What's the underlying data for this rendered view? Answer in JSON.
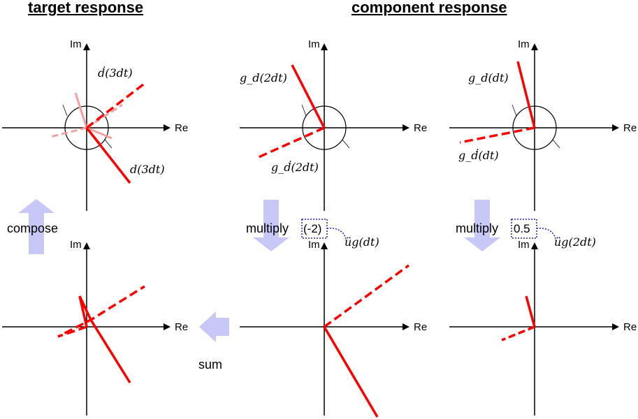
{
  "headings": {
    "left": "target response",
    "right": "component response"
  },
  "axis_labels": {
    "im": "Im",
    "re": "Re"
  },
  "labels": {
    "d_dot_3dt": "ḋ(3dt)",
    "d_3dt": "d(3dt)",
    "g_d_2dt": "g_d(2dt)",
    "g_ddot_2dt": "g_ḋ(2dt)",
    "g_d_dt": "g_d(dt)",
    "g_ddot_dt": "g_ḋ(dt)",
    "ug_dt": "üg(dt)",
    "ug_2dt": "üg(2dt)"
  },
  "operations": {
    "compose": "compose",
    "multiply": "multiply",
    "sum": "sum",
    "factor_1": "(-2)",
    "factor_2": "0.5"
  },
  "colors": {
    "vector": "#ff0000",
    "vector_faded": "#f4a0a0",
    "arrow": "#c8c8f8",
    "dotted": "#1f1fd0",
    "axis": "#000000"
  }
}
